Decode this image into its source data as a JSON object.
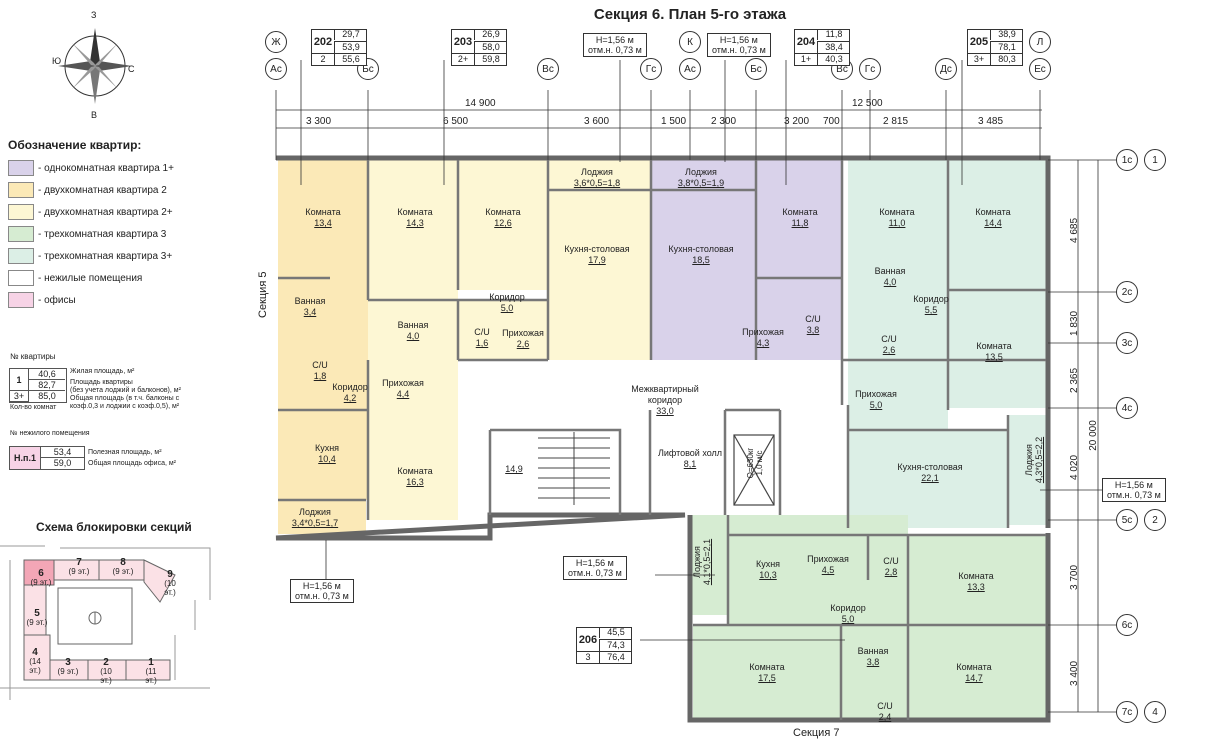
{
  "title": "Секция 6. План 5-го этажа",
  "compass": {
    "n": "З",
    "e": "С",
    "s": "В",
    "w": "Ю"
  },
  "legend": {
    "title": "Обозначение квартир:",
    "items": [
      {
        "label": "- однокомнатная квартира 1+",
        "color": "#d9d2ea"
      },
      {
        "label": "- двухкомнатная квартира 2",
        "color": "#fbe9b7"
      },
      {
        "label": "- двухкомнатная квартира 2+",
        "color": "#fdf7d4"
      },
      {
        "label": "- трехкомнатная квартира 3",
        "color": "#d6ecd2"
      },
      {
        "label": "- трехкомнатная квартира 3+",
        "color": "#dcefe6"
      },
      {
        "label": "- нежилые помещения",
        "color": "#ffffff"
      },
      {
        "label": "- офисы",
        "color": "#f7d3e6"
      }
    ]
  },
  "key": {
    "apt_no_label": "№ квартиры",
    "n": "1",
    "a": "40,6",
    "b": "82,7",
    "rooms": "3+",
    "c": "85,0",
    "l1": "Жилая площадь, м²",
    "l2": "Площадь квартиры",
    "l3": "(без учета лоджий и балконов), м²",
    "l4": "Общая площадь (в т.ч. балконы с",
    "l5": "коэф.0,3 и лоджии с коэф.0,5), м²",
    "rooms_label": "Кол-во комнат",
    "nonres_label": "№ нежилого помещения",
    "nn": "Н.п.1",
    "na": "53,4",
    "nb": "59,0",
    "nl1": "Полезная площадь, м²",
    "nl2": "Общая площадь офиса, м²"
  },
  "block_scheme": {
    "title": "Схема блокировки секций",
    "sections": [
      {
        "n": "6",
        "f": "(9 эт.)"
      },
      {
        "n": "7",
        "f": "(9 эт.)"
      },
      {
        "n": "8",
        "f": "(9 эт.)"
      },
      {
        "n": "9",
        "f": "(10 эт.)"
      },
      {
        "n": "5",
        "f": "(9 эт.)"
      },
      {
        "n": "4",
        "f": "(14 эт.)"
      },
      {
        "n": "3",
        "f": "(9 эт.)"
      },
      {
        "n": "2",
        "f": "(10 эт.)"
      },
      {
        "n": "1",
        "f": "(11 эт.)"
      }
    ]
  },
  "axes_top": [
    "Ж",
    "Ас",
    "Бс",
    "Вс",
    "Гс",
    "К",
    "Ас",
    "Бс",
    "Вс",
    "Гс",
    "Дс",
    "Л",
    "Ес"
  ],
  "axes_right": [
    "1с",
    "1",
    "2с",
    "3с",
    "4с",
    "5с",
    "2",
    "6с",
    "7с",
    "4"
  ],
  "dims_top_total": [
    "14 900",
    "12 500"
  ],
  "dims_top": [
    "3 300",
    "6 500",
    "3 600",
    "1 500",
    "2 300",
    "3 200",
    "700",
    "2 815",
    "3 485"
  ],
  "dims_right": [
    "4 685",
    "1 830",
    "2 365",
    "4 020",
    "3 700",
    "3 400"
  ],
  "dim_right_total": "20 000",
  "sections": {
    "left": "Секция 5",
    "bottom": "Секция 7"
  },
  "marks": [
    {
      "a": "Н=1,56 м",
      "b": "отм.н. 0,73 м"
    },
    {
      "a": "Н=1,56 м",
      "b": "отм.н. 0,73 м"
    },
    {
      "a": "Н=1,56 м",
      "b": "отм.н. 0,73 м"
    },
    {
      "a": "Н=1,56 м",
      "b": "отм.н. 0,73 м"
    },
    {
      "a": "Н=1,56 м",
      "b": "отм.н. 0,73 м"
    }
  ],
  "apartments": [
    {
      "n": "202",
      "v": [
        "29,7",
        "53,9",
        "55,6"
      ],
      "r": "2"
    },
    {
      "n": "203",
      "v": [
        "26,9",
        "58,0",
        "59,8"
      ],
      "r": "2+"
    },
    {
      "n": "204",
      "v": [
        "11,8",
        "38,4",
        "40,3"
      ],
      "r": "1+"
    },
    {
      "n": "205",
      "v": [
        "38,9",
        "78,1",
        "80,3"
      ],
      "r": "3+"
    },
    {
      "n": "206",
      "v": [
        "45,5",
        "74,3",
        "76,4"
      ],
      "r": "3"
    }
  ],
  "rooms": [
    {
      "name": "Комната",
      "area": "13,4"
    },
    {
      "name": "Комната",
      "area": "14,3"
    },
    {
      "name": "Комната",
      "area": "12,6"
    },
    {
      "name": "Лоджия",
      "area": "3,6*0,5=1,8"
    },
    {
      "name": "Кухня-столовая",
      "area": "17,9"
    },
    {
      "name": "Лоджия",
      "area": "3,8*0,5=1,9"
    },
    {
      "name": "Кухня-столовая",
      "area": "18,5"
    },
    {
      "name": "Комната",
      "area": "11,8"
    },
    {
      "name": "Комната",
      "area": "11,0"
    },
    {
      "name": "Комната",
      "area": "14,4"
    },
    {
      "name": "Ванная",
      "area": "3,4"
    },
    {
      "name": "Коридор",
      "area": "4,2"
    },
    {
      "name": "С/U",
      "area": "1,8"
    },
    {
      "name": "Ванная",
      "area": "4,0"
    },
    {
      "name": "С/U",
      "area": "1,6"
    },
    {
      "name": "Коридор",
      "area": "5,0"
    },
    {
      "name": "Прихожая",
      "area": "2,6"
    },
    {
      "name": "Прихожая",
      "area": "4,4"
    },
    {
      "name": "Прихожая",
      "area": "4,3"
    },
    {
      "name": "С/U",
      "area": "3,8"
    },
    {
      "name": "Ванная",
      "area": "4,0"
    },
    {
      "name": "Коридор",
      "area": "5,5"
    },
    {
      "name": "С/U",
      "area": "2,6"
    },
    {
      "name": "Комната",
      "area": "13,5"
    },
    {
      "name": "Межквартирный коридор",
      "area": "33,0"
    },
    {
      "name": "Прихожая",
      "area": "5,0"
    },
    {
      "name": "Кухня",
      "area": "10,4"
    },
    {
      "name": "Комната",
      "area": "16,3"
    },
    {
      "name": "",
      "area": "14,9"
    },
    {
      "name": "Лифтовой холл",
      "area": "8,1"
    },
    {
      "name": "Кухня-столовая",
      "area": "22,1"
    },
    {
      "name": "Лоджия",
      "area": "3,4*0,5=1,7"
    },
    {
      "name": "Кухня",
      "area": "10,3"
    },
    {
      "name": "Прихожая",
      "area": "4,5"
    },
    {
      "name": "С/U",
      "area": "2,8"
    },
    {
      "name": "Комната",
      "area": "13,3"
    },
    {
      "name": "Коридор",
      "area": "5,0"
    },
    {
      "name": "Ванная",
      "area": "3,8"
    },
    {
      "name": "Комната",
      "area": "17,5"
    },
    {
      "name": "Комната",
      "area": "14,7"
    },
    {
      "name": "С/U",
      "area": "2,4"
    }
  ],
  "loggia_vertical": [
    "4,1*0,5=2,1",
    "4,3*0,5=2,2"
  ],
  "loggia_vertical_label": "Лоджия",
  "lift": {
    "a": "Q=630кг",
    "b": "1,0 м/с"
  }
}
